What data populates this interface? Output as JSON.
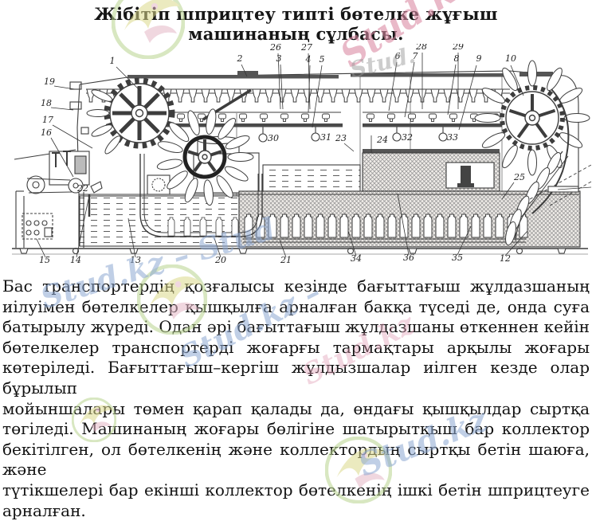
{
  "title": {
    "line1": "Жібітіп шприцтеу типті бөтелке жұғыш",
    "line2": "машинаның сұлбасы."
  },
  "figure": {
    "kind": "technical schematic of soak-and-spray type bottle washing machine",
    "labels": {
      "n1": "1",
      "n2": "2",
      "n3": "3",
      "n4": "4",
      "n5": "5",
      "n6": "6",
      "n7": "7",
      "n8": "8",
      "n9": "9",
      "n10": "10",
      "n12": "12",
      "n13": "13",
      "n14": "14",
      "n15": "15",
      "n16": "16",
      "n17": "17",
      "n18": "18",
      "n19": "19",
      "n20": "20",
      "n21": "21",
      "n22": "22",
      "n23": "23",
      "n24": "24",
      "n25": "25",
      "n26": "26",
      "n27": "27",
      "n28": "28",
      "n29": "29",
      "n30": "30",
      "n31": "31",
      "n32": "32",
      "n33": "33",
      "n34": "34",
      "n35": "35",
      "n36": "36"
    }
  },
  "body": {
    "lines": [
      "Бас транспортердің қозғалысы кезінде бағыттағыш жұлдазшаның",
      "иілуімен бөтелкелер қышқылға арналған бакқа түседі де, онда суға",
      "батырылу жүреді. Одан әрі бағыттағыш жұлдазшаны өткеннен кейін",
      "бөтелкелер транспортерді жоғарғы тармақтары арқылы жоғары",
      "көтеріледі. Бағыттағыш–кергіш жұлдызшалар иілген кезде олар бұрылып",
      "мойыншалары төмен қарап қалады да, өндағы қышқылдар сыртқа",
      "төгіледі. Машинаның жоғары бөлігіне шатырытқыш бар коллектор",
      "бекітілген, ол бөтелкенің және коллектордың сыртқы бетін шаюға, және",
      "түтікшелері бар екінші коллектор бөтелкенің ішкі бетін шприцтеуге",
      "арналған."
    ]
  },
  "watermarks": {
    "brand": "Stud.kz",
    "brand_long": "Stud.kz – Stud",
    "brand_dash": "Stud.kz –",
    "brand_short": "Stud.",
    "colors": {
      "pink": "#db8aa4",
      "blue": "#8ca7d2",
      "green": "#b9d490",
      "yellow": "#dcd98c"
    }
  }
}
